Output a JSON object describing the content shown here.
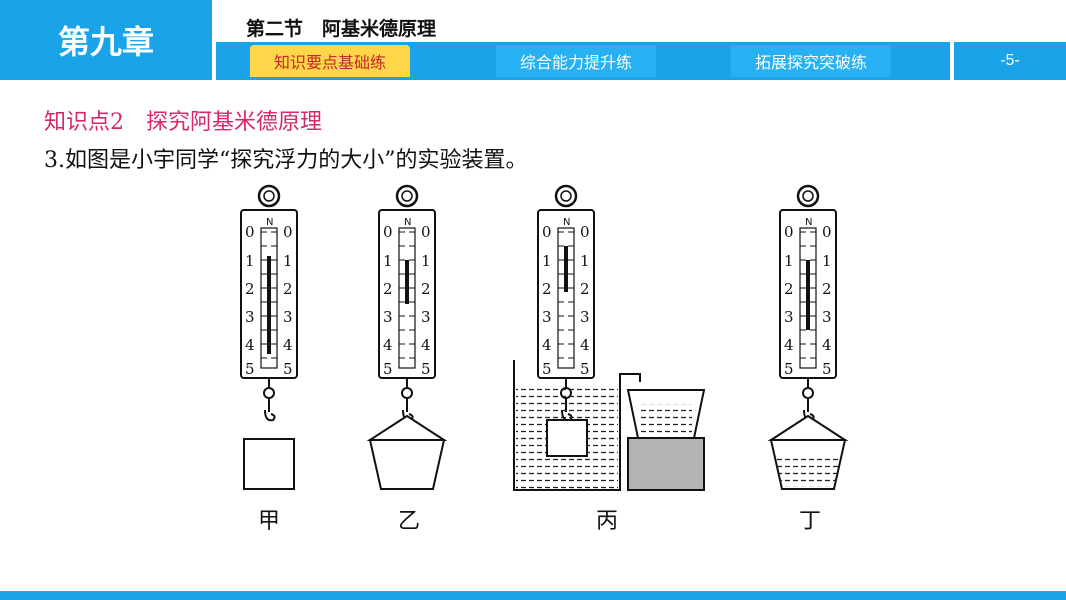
{
  "header": {
    "chapter": "第九章",
    "section": "第二节　阿基米德原理",
    "tabs": [
      {
        "label": "知识要点基础练",
        "active": true
      },
      {
        "label": "综合能力提升练",
        "active": false
      },
      {
        "label": "拓展探究突破练",
        "active": false
      }
    ],
    "page": "-5-"
  },
  "content": {
    "knowledge_point": "知识点2　探究阿基米德原理",
    "question": "3.如图是小宇同学“探究浮力的大小”的实验装置。",
    "figure": {
      "scale_unit": "N",
      "scale_ticks": [
        "0",
        "1",
        "2",
        "3",
        "4",
        "5"
      ],
      "labels": [
        "甲",
        "乙",
        "丙",
        "丁"
      ]
    }
  },
  "colors": {
    "primary": "#1aa3e8",
    "active_tab": "#ffd54a",
    "active_tab_text": "#c62828",
    "heading": "#d6286b"
  }
}
